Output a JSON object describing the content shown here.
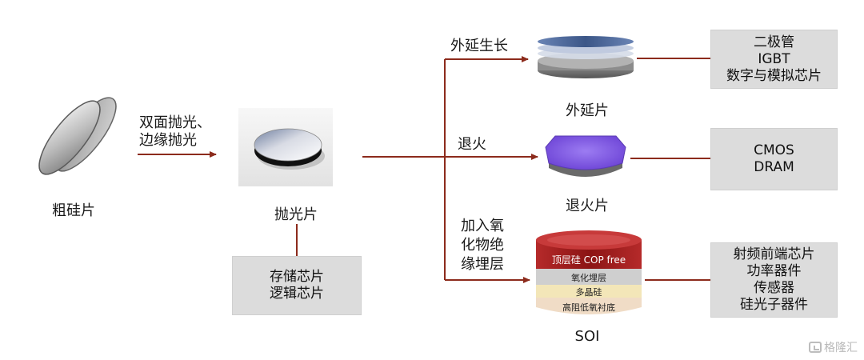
{
  "nodes": {
    "raw_wafer": "粗硅片",
    "polished_wafer": "抛光片",
    "epi_wafer": "外延片",
    "annealed_wafer": "退火片",
    "soi": "SOI"
  },
  "edges": {
    "polish": "双面抛光、\n边缘抛光",
    "epitaxy": "外延生长",
    "anneal": "退火",
    "oxide": "加入氧\n化物绝\n缘埋层"
  },
  "applications": {
    "polished": [
      "存储芯片",
      "逻辑芯片"
    ],
    "epi": [
      "二极管",
      "IGBT",
      "数字与模拟芯片"
    ],
    "annealed": [
      "CMOS",
      "DRAM"
    ],
    "soi": [
      "射频前端芯片",
      "功率器件",
      "传感器",
      "硅光子器件"
    ]
  },
  "soi_layers": {
    "top": "顶层硅 COP free",
    "oxide": "氧化埋层",
    "poly": "多晶硅",
    "substrate": "高阻低氧衬底"
  },
  "watermark": "格隆汇",
  "colors": {
    "arrow": "#8c2b1c",
    "box": "#dcdcdc",
    "anneal": "#8a62e0",
    "epi_top": "#4a6a9a",
    "soi_top": "#9c1c1c"
  }
}
